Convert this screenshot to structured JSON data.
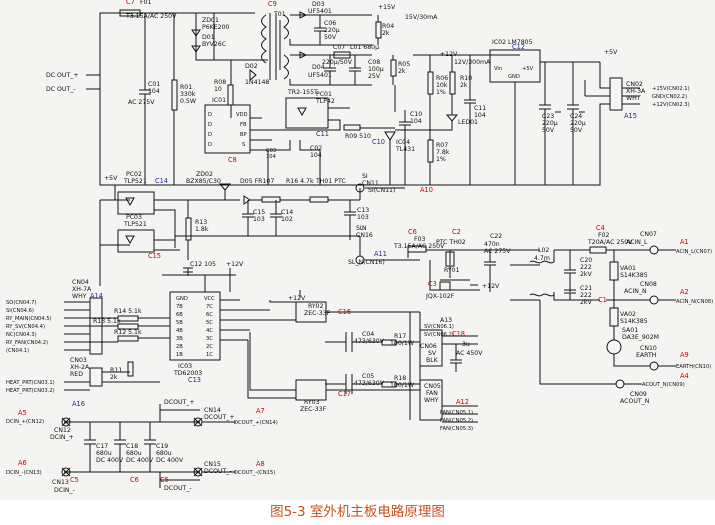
{
  "caption": "图5-3 室外机主板电路原理图",
  "components": {
    "c7": "C7",
    "f01": "F01",
    "f01_val": "T3.15A/AC 250V",
    "zd01": "ZD01",
    "zd01_val": "P6KE200",
    "d01": "D01",
    "d01_val": "BYV26C",
    "c9": "C9",
    "t01": "T01",
    "d03": "D03",
    "d03_val": "UF5401",
    "c06": "C06",
    "c06_val": "220μ\n50V",
    "r04": "R04",
    "r04_val": "2k",
    "v15": "+15V",
    "v15ma": "15V/30mA",
    "c07": "C07",
    "c07_val": "220μ/50V",
    "l01": "L01 680μ",
    "c08": "C08",
    "c08_val": "100μ\n25V",
    "d04": "D04",
    "d04_val": "UF5401",
    "r05": "R05",
    "r05_val": "2k",
    "tr2": "TR2-155T",
    "c01": "C01",
    "c01_val": "104",
    "c01_val2": "AC 275V",
    "r01": "R01",
    "r01_val": "330k\n0.5W",
    "r08": "R08",
    "r08_val": "10",
    "d02": "D02",
    "d02_val": "1N4148",
    "ic01": "IC01",
    "c8": "C8",
    "ic_d1": "D",
    "ic_vdd": "VDD",
    "ic_d2": "D",
    "ic_fb": "FB",
    "ic_d3": "D",
    "ic_bp": "BP",
    "ic_d4": "D",
    "ic_s": "S",
    "pc01": "PC01",
    "pc01_val": "TLP42",
    "c11": "C11",
    "c03": "C03",
    "c03_val": "104",
    "c02": "C02",
    "c02_val": "104",
    "r09": "R09 510",
    "r06": "R06",
    "r06_val": "10k\n1%",
    "r10": "R10",
    "r10_val": "2k",
    "v12": "+12V",
    "v12ma": "12V/300mA",
    "ic02": "IC02 LM7805",
    "c12": "C12",
    "vin": "Vin",
    "v5out": "+5V",
    "gnd": "GND",
    "c10": "C10",
    "c10_val": "104",
    "ic04": "IC04",
    "ic04_val": "TL431",
    "c10r": "C10",
    "led01": "LED01",
    "r07": "R07",
    "r07_val": "7.8k\n1%",
    "c11cap": "C11\n104",
    "c23": "C23",
    "c23_val": "220μ\n50V",
    "c24": "C24",
    "c24_val": "220μ\n50V",
    "v5r": "+5V",
    "v5rr": "+5V",
    "cn02": "CN02",
    "cn02_val": "XH-3A",
    "cn02_col": "WHT",
    "a15": "A15",
    "cn02_p1": "+15V(CN02.1)",
    "cn02_p2": "GND(CN02.2)",
    "cn02_p3": "+12V(CN02.3)",
    "dc_out_p": "DC OUT_+",
    "dc_out_n": "DC OUT_-",
    "v5a": "+5V",
    "pc02": "PC02",
    "pc02_val": "TLP521",
    "c14r": "C14",
    "zd02": "ZD02",
    "zd02_val": "BZX85/C30",
    "d05": "D05 FR107",
    "r16": "R16 4.7k",
    "th01": "TH01 PTC",
    "si": "SI",
    "cn11": "CN11",
    "si_cn11": "SI(CN11)",
    "a10": "A10",
    "pc03": "PC03",
    "pc03_val": "TLP521",
    "c15r": "C15",
    "r13": "R13",
    "r13_val": "1.8k",
    "c15": "C15",
    "c15_val": "103",
    "c14": "C14",
    "c14_val": "102",
    "c13": "C13",
    "c13_val": "103",
    "sl": "SL",
    "sl_n": "N",
    "cn16": "CN16",
    "sl_n_cn16": "SL_N(CN16)",
    "a11": "A11",
    "cn04": "CN04",
    "cn04_val": "XH-7A",
    "cn04_col": "WHY",
    "a14": "A14",
    "c12cap": "C12 105",
    "v12b": "+12V",
    "gnd2": "GND",
    "vcc": "VCC",
    "p7b": "7B",
    "p7c": "7C",
    "p6b": "6B",
    "p6c": "6C",
    "p5b": "5B",
    "p5c": "5C",
    "p4b": "4B",
    "p4c": "4C",
    "p3b": "3B",
    "p3c": "3C",
    "p2b": "2B",
    "p2c": "2C",
    "p1b": "1B",
    "p1c": "1C",
    "ic03": "IC03",
    "ic03_val": "TD62003",
    "c13r": "C13",
    "r14": "R14 5.1k",
    "r13b": "R13 5.1k",
    "r12": "R12 5.1k",
    "cn04_1": "SO(CN04.7)",
    "cn04_2": "SI(CN04.6)",
    "cn04_3": "RY_MAIN(CN04.5)",
    "cn04_4": "RY_SV(CN04.4)",
    "cn04_5": "NC(CN04.3)",
    "cn04_6": "RY_FAN(CN04.2)",
    "cn04_7": "(CN04.1)",
    "cn03": "CN03",
    "cn03_val": "XH-2A",
    "cn03_col": "RED",
    "r11": "R11",
    "r11_val": "2k",
    "heat1": "HEAT_PRT(CN03.1)",
    "heat2": "HEAT_PRT(CN03.2)",
    "a16": "A16",
    "c6": "C6",
    "f03": "F03",
    "f03_val": "T3.15A/AC 250V",
    "c2": "C2",
    "ptc": "PTC TH02",
    "c22": "C22",
    "c22_val": "470n\nAC 275V",
    "ry01": "RY01",
    "jqx": "JQX-102F",
    "c3": "C3",
    "v12c": "+12V",
    "l02": "L02",
    "l02_val": "4.7m",
    "c20": "C20",
    "c20_val": "222\n2kV",
    "c21": "C21",
    "c21_val": "222\n2kV",
    "c4": "C4",
    "f02": "F02",
    "f02_val": "T20A/AC 250V",
    "cn07": "CN07",
    "cn07_val": "ACIN_L",
    "a1": "A1",
    "acin_l": "ACIN_L(CN07)",
    "va01": "VA01",
    "va01_val": "S14K385",
    "cn08": "CN08",
    "cn08_val": "ACIN_N",
    "a2": "A2",
    "acin_n": "ACIN_N(CN08)",
    "va02": "VA02",
    "va02_val": "S14K385",
    "c1": "C1",
    "sa01": "SA01",
    "sa01_val": "DA3E_902M",
    "cn10": "CN10",
    "cn10_val": "EARTH",
    "a9": "A9",
    "earth": "EARTH(CN10)",
    "a4": "A4",
    "acout": "ACOUT_N(CN09)",
    "cn09": "CN09",
    "cn09_val": "ACOUT_N",
    "v12d": "+12V",
    "ry02": "RY02",
    "ry02_val": "ZEC-33F",
    "c16": "C16",
    "a13": "A13",
    "sv1": "SV(CN06.1)",
    "sv2": "SV(CN06.2)",
    "c04": "C04",
    "c04_val": "473/630V",
    "r17": "R17",
    "r17_val": "100/1W",
    "cn06": "CN06",
    "cn06_val": "SV",
    "cn06_col": "BLK",
    "c18": "C18",
    "c18_val": "3u",
    "c18_val2": "AC 450V",
    "c05": "C05",
    "c05_val": "473/630V",
    "r18": "R18",
    "r18_val": "100/1W",
    "ry03": "RY03",
    "ry03_val": "ZEC-33F",
    "c17": "C17",
    "cn05": "CN05",
    "cn05_val": "FAN",
    "cn05_col": "WHY",
    "a12": "A12",
    "fan1": "FAN(CN05.1)",
    "fan2": "FAN(CN05.2)",
    "fan3": "FAN(CN05.3)",
    "a5": "A5",
    "dcin_p_lbl": "DCIN_+(CN12)",
    "cn12": "CN12",
    "cn12_val": "DCIN_+",
    "dcout_p": "DCOUT_+",
    "cn14": "CN14",
    "cn14_val": "DCOUT_+",
    "a7": "A7",
    "dcout_p_cn": "DCOUT_+(CN14)",
    "c17b": "C17",
    "c17b_val": "680u\nDC 400V",
    "c18b": "C18",
    "c18b_val": "680u\nDC 400V",
    "c19": "C19",
    "c19_val": "680u\nDC 400V",
    "a6": "A6",
    "dcin_n_lbl": "DCIN_-(CN13)",
    "cn13": "CN13",
    "cn13_val": "DCIN_-",
    "cn15": "CN15",
    "cn15_val": "DCOUT_-",
    "dcout_n": "DCOUT_-",
    "a8": "A8",
    "dcout_n_cn": "DCOUT_-(CN15)",
    "c5": "C5",
    "c5b": "C5",
    "c6b": "C6"
  }
}
